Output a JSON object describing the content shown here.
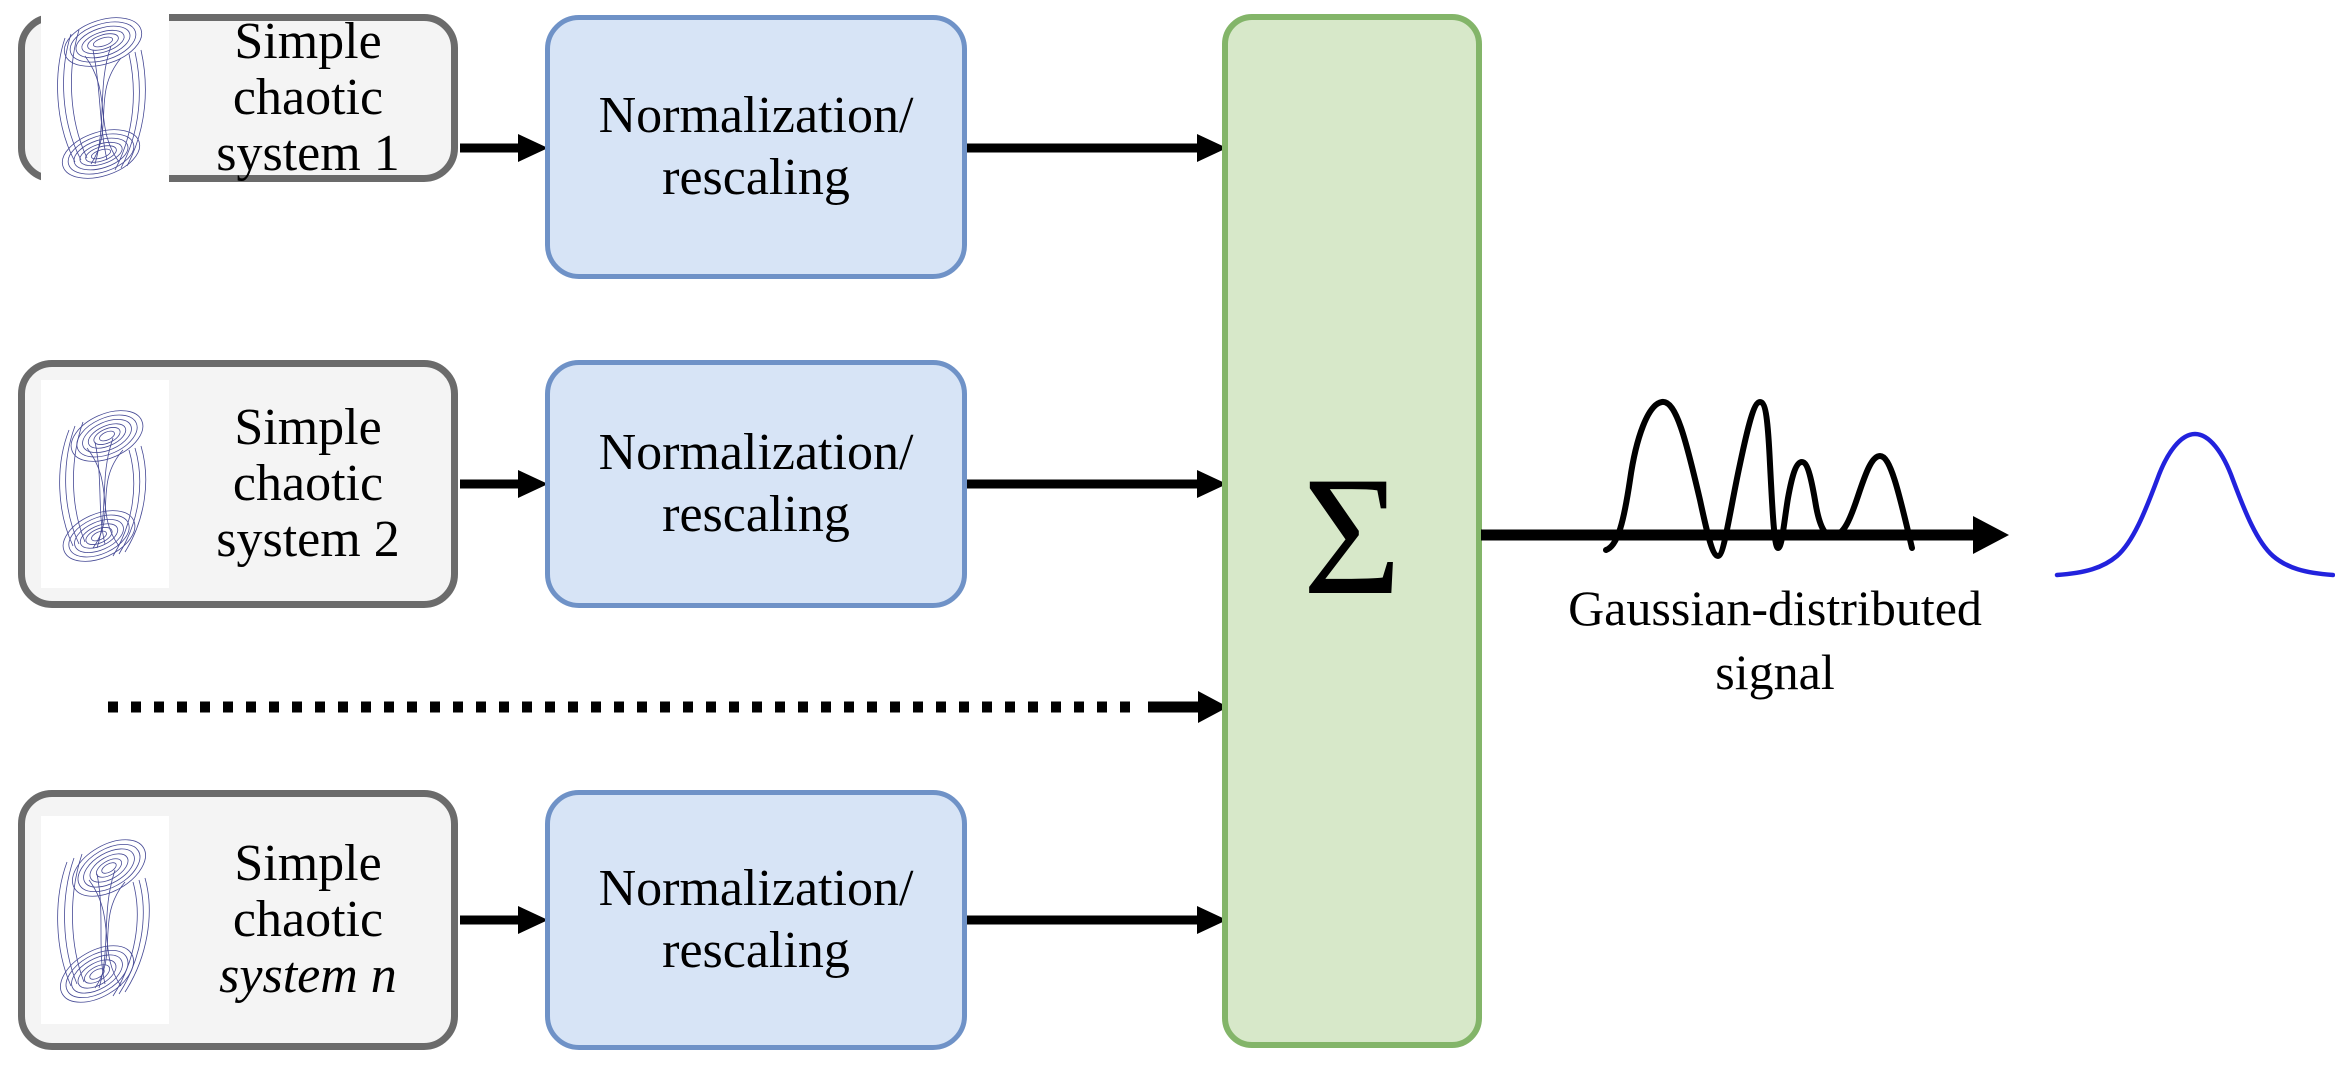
{
  "diagram": {
    "title": "Chaotic sources summed into a Gaussian-distributed signal",
    "colors": {
      "source_border": "#6b6b6b",
      "source_fill": "#f4f4f4",
      "norm_border": "#6f92c7",
      "norm_fill": "#d7e4f6",
      "sum_border": "#83b569",
      "sum_fill": "#d7e8c9",
      "attractor_stroke": "#3b3f8f",
      "gaussian_stroke": "#2222dd",
      "arrow": "#000000",
      "signal_stroke": "#000000"
    },
    "sources": [
      {
        "label_line1": "Simple",
        "label_line2": "chaotic",
        "label_line3": "system 1",
        "index": "1",
        "icon": "chaotic-attractor-icon"
      },
      {
        "label_line1": "Simple",
        "label_line2": "chaotic",
        "label_line3": "system 2",
        "index": "2",
        "icon": "chaotic-attractor-icon"
      },
      {
        "label_line1": "Simple",
        "label_line2": "chaotic",
        "label_line3": "system n",
        "index": "n",
        "index_italic": true,
        "icon": "chaotic-attractor-icon"
      }
    ],
    "normalization": {
      "line1": "Normalization/",
      "line2": "rescaling",
      "count": 3
    },
    "summation": {
      "symbol": "Σ",
      "name": "summation-block"
    },
    "ellipsis_row": {
      "style": "dotted",
      "label": ""
    },
    "output": {
      "caption_line1": "Gaussian-distributed",
      "caption_line2": "signal",
      "signal_icon": "irregular-waveform-icon",
      "distribution_icon": "gaussian-bell-curve-icon"
    }
  }
}
